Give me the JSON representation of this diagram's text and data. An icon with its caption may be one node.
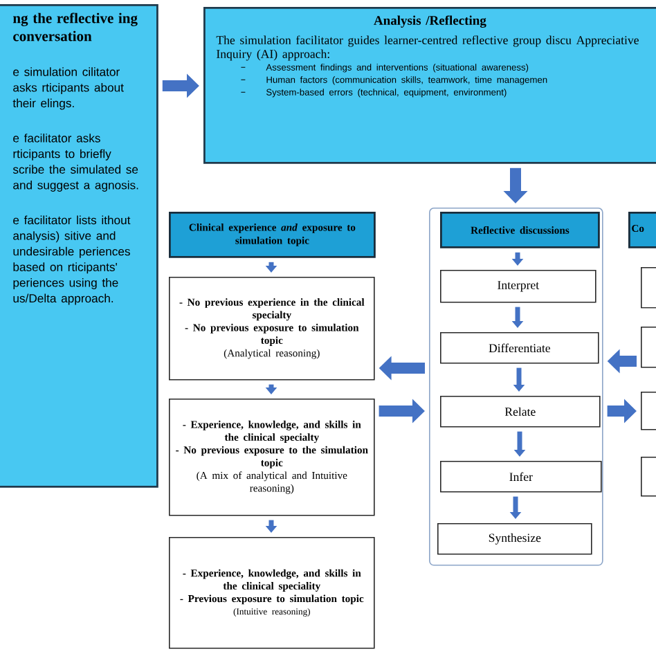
{
  "diagram": {
    "nodes": [
      {
        "text": [
          "ng the reflective ing conversation",
          "e simulation cilitator asks rticipants about their elings.",
          "e facilitator asks rticipants to briefly scribe the simulated se and suggest a agnosis.",
          "e facilitator lists ithout analysis) sitive and undesirable periences based on rticipants' periences using the us/Delta approach."
        ]
      },
      {
        "text": [
          "Analysis /Reflecting",
          "The simulation facilitator guides learner-centred reflective group discu Appreciative Inquiry (AI) approach:",
          "Assessment findings and interventions (situational awareness)",
          "Human factors (communication skills, teamwork, time managemen",
          "System-based errors (technical, equipment, environment)"
        ]
      },
      {
        "text": [
          "Clinical experience *and* exposure to simulation topic"
        ]
      },
      {
        "text": [
          "- No previous experience in the clinical specialty",
          "- No previous exposure to simulation topic",
          "(Analytical reasoning)"
        ]
      },
      {
        "text": [
          "- Experience, knowledge, and skills in the clinical specialty",
          "- No previous exposure to the simulation topic",
          "(A mix of analytical and Intuitive reasoning)"
        ]
      },
      {
        "text": [
          "- Experience, knowledge, and skills in the clinical speciality",
          "- Previous exposure to simulation topic",
          "(Intuitive reasoning)"
        ]
      },
      {
        "text": [],
        "shape": "box"
      },
      {
        "text": [
          "Reflective discussions"
        ],
        "in": 6
      },
      {
        "text": [
          "Interpret"
        ],
        "in": 6
      },
      {
        "text": [
          "Differentiate"
        ],
        "in": 6
      },
      {
        "text": [
          "Relate"
        ],
        "in": 6
      },
      {
        "text": [
          "Infer"
        ],
        "in": 6
      },
      {
        "text": [
          "Synthesize"
        ],
        "in": 6
      },
      {
        "text": [
          "Co"
        ]
      },
      {
        "text": [],
        "shape": "box"
      },
      {
        "text": [],
        "shape": "box"
      },
      {
        "text": [],
        "shape": "box"
      },
      {
        "text": [],
        "shape": "box"
      }
    ],
    "edges": [
      {
        "from": 0,
        "to": 1,
        "arrow": "to",
        "style": "thick"
      },
      {
        "from": 1,
        "to": 6,
        "arrow": "to",
        "style": "thick"
      },
      {
        "from": 2,
        "to": 3,
        "arrow": "to"
      },
      {
        "from": 3,
        "to": 4,
        "arrow": "to"
      },
      {
        "from": 4,
        "to": 5,
        "arrow": "to"
      },
      {
        "from": 6,
        "to": 3,
        "arrow": "to",
        "style": "thick"
      },
      {
        "from": 4,
        "to": 6,
        "arrow": "to",
        "style": "thick"
      },
      {
        "from": 7,
        "to": 8,
        "arrow": "to"
      },
      {
        "from": 8,
        "to": 9,
        "arrow": "to"
      },
      {
        "from": 9,
        "to": 10,
        "arrow": "to"
      },
      {
        "from": 10,
        "to": 11,
        "arrow": "to"
      },
      {
        "from": 11,
        "to": 12,
        "arrow": "to"
      },
      {
        "from": 15,
        "to": 6,
        "arrow": "to",
        "style": "thick"
      },
      {
        "from": 6,
        "to": 16,
        "arrow": "to",
        "style": "thick"
      }
    ]
  }
}
